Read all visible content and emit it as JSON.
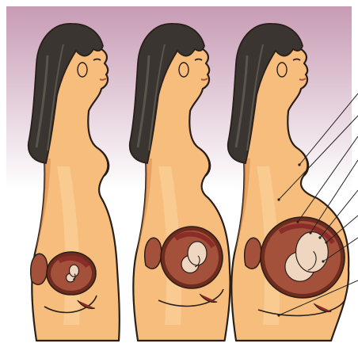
{
  "title": "",
  "colors": {
    "background_top": "#c79bb4",
    "background_bottom": "#ffffff",
    "frame": "#ffffff",
    "skin": "#f6bd7c",
    "skin_light": "#fcd7a0",
    "skin_shadow": "#dd8f50",
    "hair": "#3a3530",
    "hair_highlight": "#5a544d",
    "outline": "#2a1f18",
    "uterus": "#a4513b",
    "uterus_dark": "#6f2c1e",
    "placenta": "#8a2c28",
    "fetus": "#efd6c0",
    "leader_line": "#222222"
  },
  "panels": [
    {
      "label": "",
      "stage": "early"
    },
    {
      "label": "",
      "stage": "middle"
    },
    {
      "label": "",
      "stage": "late"
    }
  ],
  "leader_lines": [
    {
      "label": ""
    },
    {
      "label": ""
    },
    {
      "label": ""
    },
    {
      "label": ""
    },
    {
      "label": ""
    },
    {
      "label": ""
    },
    {
      "label": ""
    },
    {
      "label": ""
    }
  ]
}
